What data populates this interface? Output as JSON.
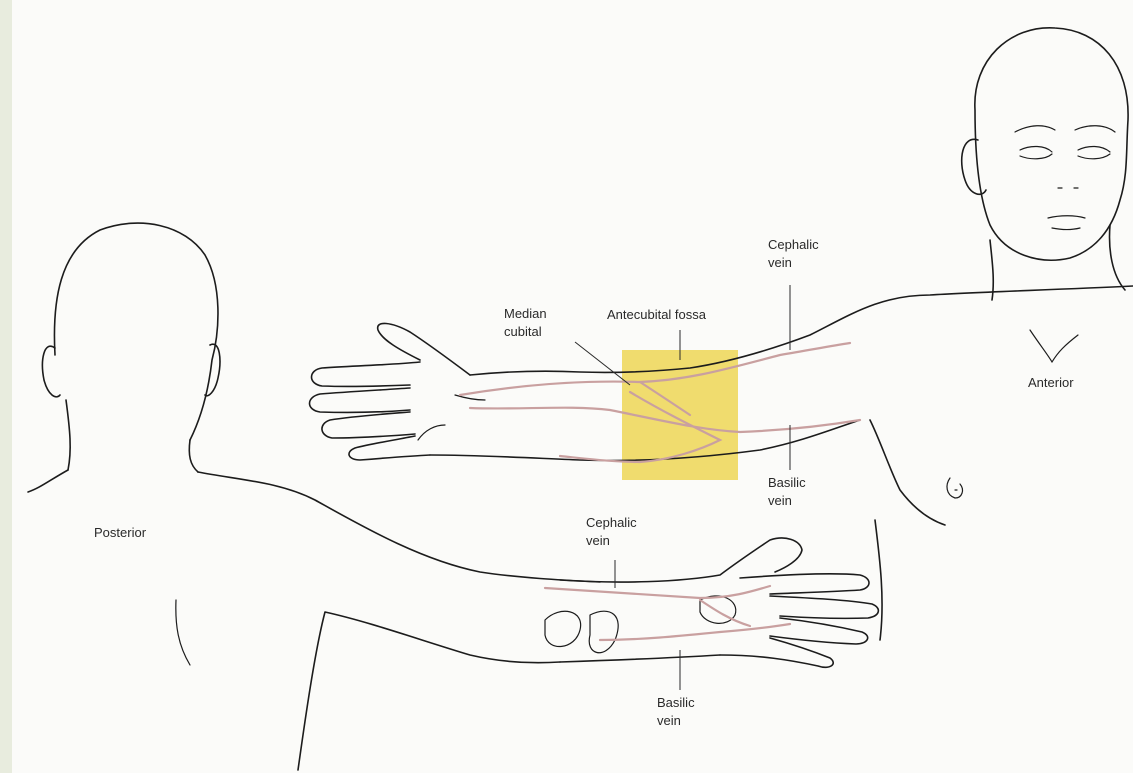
{
  "labels": {
    "cephalic_upper": [
      "Cephalic",
      "vein"
    ],
    "median_cubital": [
      "Median",
      "cubital"
    ],
    "antecubital_fossa": "Antecubital fossa",
    "anterior": "Anterior",
    "basilic_upper": [
      "Basilic",
      "vein"
    ],
    "posterior": "Posterior",
    "cephalic_lower": [
      "Cephalic",
      "vein"
    ],
    "basilic_lower": [
      "Basilic",
      "vein"
    ]
  },
  "colors": {
    "highlight": "#f0dc6e",
    "vein": "#c9a0a0",
    "outline": "#1c1c1c",
    "left_border": "#e8ecde"
  }
}
